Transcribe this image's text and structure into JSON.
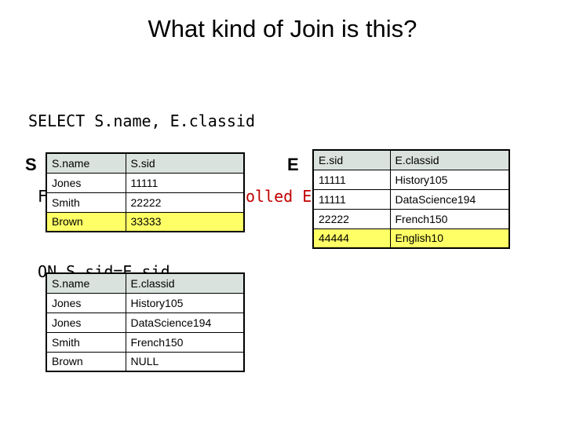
{
  "slide": {
    "title": "What kind of Join is this?",
    "sql": {
      "line1": "SELECT S.name, E.classid",
      "line2_prefix": " FROM ",
      "line2_red": "Students S ?? Enrolled E",
      "line3": " ON S.sid=E.sid"
    },
    "labels": {
      "students": "S",
      "enrolled": "E"
    },
    "colors": {
      "header_fill": "#d9e2dc",
      "highlight_fill": "#ffff66",
      "sql_accent": "#c00000",
      "border": "#000000",
      "text": "#000000"
    },
    "tables": {
      "students": {
        "name": "students-table",
        "headers": [
          "S.name",
          "S.sid"
        ],
        "rows": [
          {
            "cells": [
              "Jones",
              "11111"
            ],
            "highlight": false
          },
          {
            "cells": [
              "Smith",
              "22222"
            ],
            "highlight": false
          },
          {
            "cells": [
              "Brown",
              "33333"
            ],
            "highlight": true
          }
        ]
      },
      "enrolled": {
        "name": "enrolled-table",
        "headers": [
          "E.sid",
          "E.classid"
        ],
        "rows": [
          {
            "cells": [
              "11111",
              "History105"
            ],
            "highlight": false
          },
          {
            "cells": [
              "11111",
              "DataScience194"
            ],
            "highlight": false
          },
          {
            "cells": [
              "22222",
              "French150"
            ],
            "highlight": false
          },
          {
            "cells": [
              "44444",
              "English10"
            ],
            "highlight": true
          }
        ]
      },
      "result": {
        "name": "result-table",
        "headers": [
          "S.name",
          "E.classid"
        ],
        "rows": [
          {
            "cells": [
              "Jones",
              "History105"
            ],
            "highlight": false
          },
          {
            "cells": [
              "Jones",
              "DataScience194"
            ],
            "highlight": false
          },
          {
            "cells": [
              "Smith",
              "French150"
            ],
            "highlight": false
          },
          {
            "cells": [
              "Brown",
              "NULL"
            ],
            "highlight": false
          }
        ]
      }
    }
  }
}
